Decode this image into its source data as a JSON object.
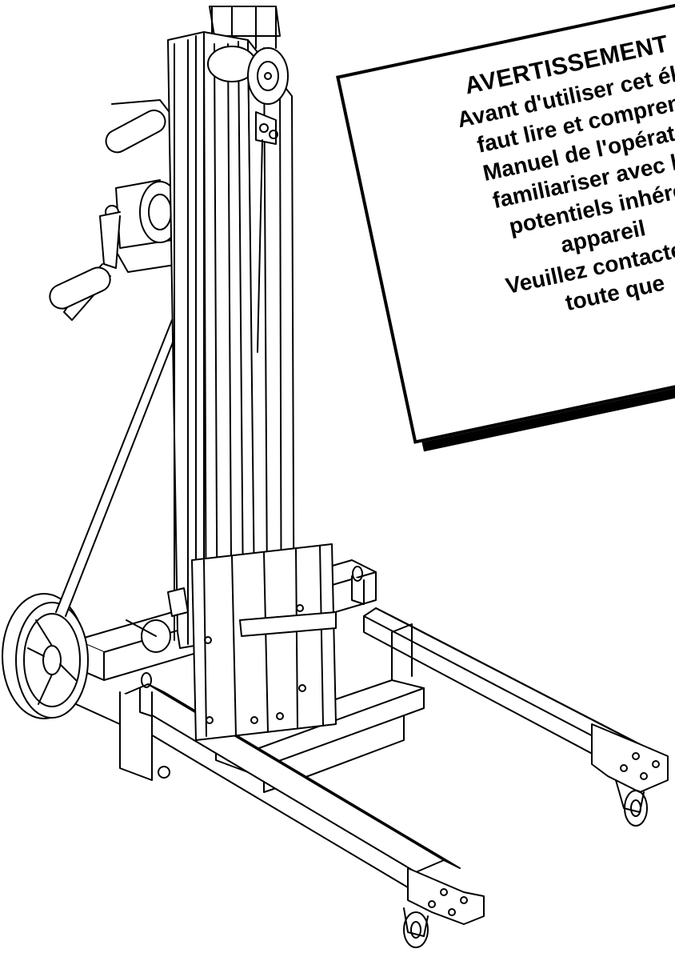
{
  "colors": {
    "ink": "#000000",
    "paper": "#ffffff",
    "metal_shade": "#d8d8d8"
  },
  "warning_sign": {
    "title": "AVERTISSEMENT",
    "lines": [
      "Avant d'utiliser cet élé",
      "faut lire et compren",
      "Manuel de l'opérate",
      "familiariser avec le",
      "potentiels inhére",
      "appareil",
      "Veuillez contacter S",
      "toute que"
    ]
  }
}
